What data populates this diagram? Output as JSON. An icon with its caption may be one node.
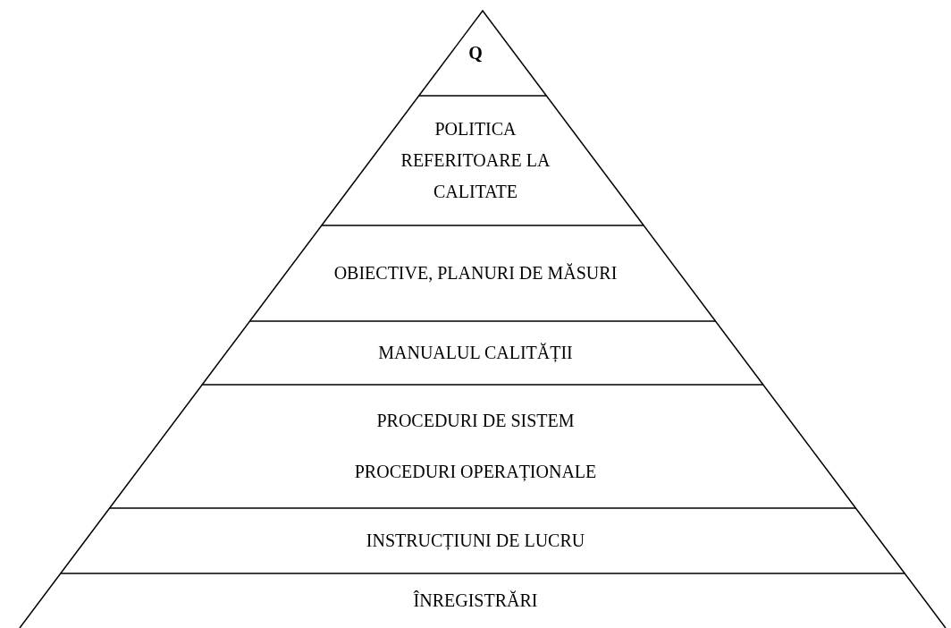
{
  "diagram": {
    "nodes": [
      {
        "text": [
          "Q"
        ]
      },
      {
        "text": [
          "POLITICA REFERITOARE LA CALITATE"
        ]
      },
      {
        "text": [
          "OBIECTIVE, PLANURI DE MĂSURI"
        ]
      },
      {
        "text": [
          "MANUALUL CALITĂȚII"
        ]
      },
      {
        "text": [
          "PROCEDURI DE SISTEM",
          "PROCEDURI OPERAȚIONALE"
        ]
      },
      {
        "text": [
          "INSTRUCȚIUNI DE LUCRU"
        ]
      },
      {
        "text": [
          "ÎNREGISTRĂRI"
        ]
      }
    ]
  }
}
